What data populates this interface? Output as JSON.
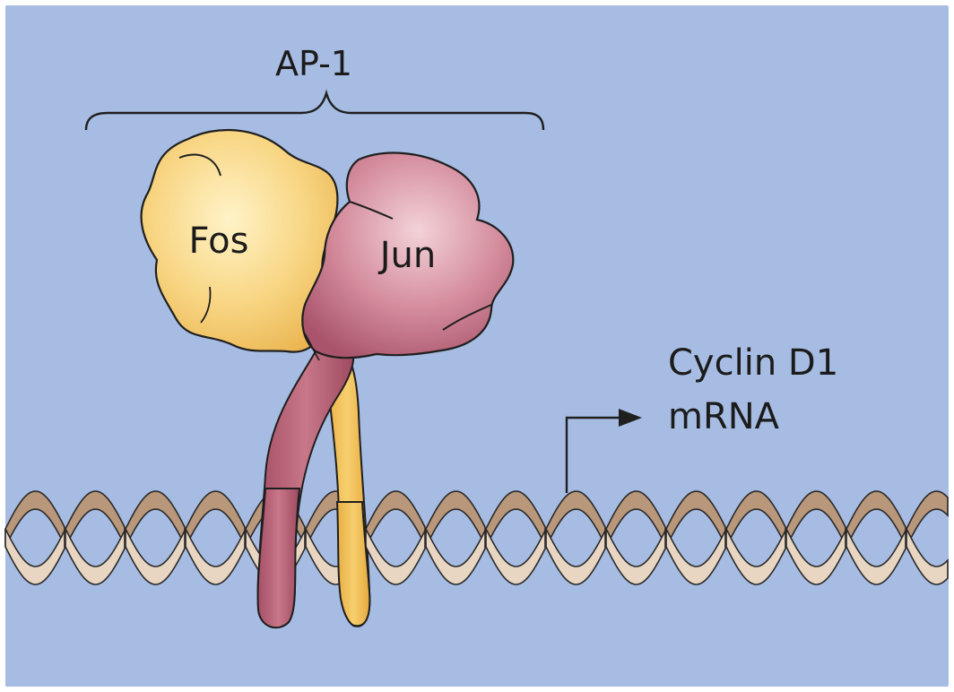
{
  "labels": {
    "complex": "AP-1",
    "protein_a": "Fos",
    "protein_b": "Jun",
    "product_line1": "Cyclin D1",
    "product_line2": "mRNA"
  },
  "colors": {
    "background": "#a7bce2",
    "frame": "#ffffff",
    "fos": "#f2c463",
    "fos_light": "#fde9b2",
    "jun": "#b75f76",
    "jun_light": "#e9b9c3",
    "dna_strand": "#c9a98b",
    "dna_strand_light": "#e6d3bf",
    "outline": "#1f1f1f"
  },
  "icons": {
    "complex_bracket": "curly-brace-icon",
    "transcription_start": "bent-arrow-icon"
  }
}
